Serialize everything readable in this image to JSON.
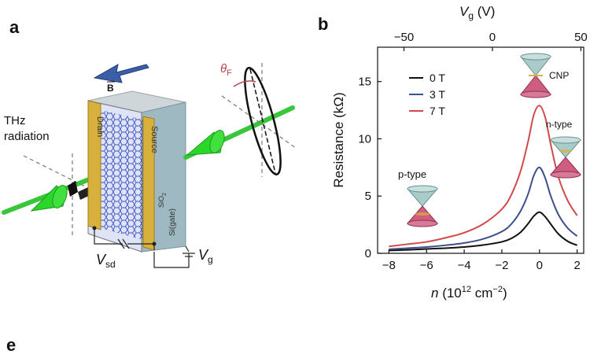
{
  "panel_labels": {
    "a": "a",
    "b": "b",
    "e": "e"
  },
  "schematic": {
    "thz_line1": "THz",
    "thz_line2": "radiation",
    "b_field": "B",
    "theta": "θ",
    "theta_sub": "F",
    "drain": "Drain",
    "source": "Source",
    "sio2": "SiO",
    "sio2_sub": "2",
    "si_gate": "Si(gate)",
    "vsd": "V",
    "vsd_sub": "sd",
    "vg": "V",
    "vg_sub": "g"
  },
  "colors": {
    "beam": "#39c63a",
    "cone": "#2bd62b",
    "b_arrow": "#3a5ea8",
    "theta_red": "#b8474b",
    "electrode": "#d8b13c",
    "graphene": "#5a6fd0",
    "substrate_side": "#9fb9c3",
    "curve_0T": "#111111",
    "curve_3T": "#3d4f8c",
    "curve_7T": "#d24a4a",
    "dirac_top": "#a9cbc9",
    "dirac_bottom": "#cf5d80"
  },
  "chart_data": {
    "type": "line",
    "xlabel": "n (10¹² cm⁻²)",
    "xlabel_parts": [
      "n",
      " (10",
      "12",
      " cm",
      "−2",
      ")"
    ],
    "ylabel": "Resistance (kΩ)",
    "top_xlabel": "V",
    "top_xlabel_sub": "g",
    "top_xlabel_unit": " (V)",
    "xlim": [
      -8.6,
      2.35
    ],
    "ylim": [
      0,
      18
    ],
    "xticks": [
      -8,
      -6,
      -4,
      -2,
      0,
      2
    ],
    "xtick_labels": [
      "−8",
      "−6",
      "−4",
      "−2",
      "0",
      "2"
    ],
    "yticks": [
      0,
      5,
      10,
      15
    ],
    "ytick_labels": [
      "0",
      "5",
      "10",
      "15"
    ],
    "top_ticks": [
      -50,
      0,
      50
    ],
    "top_tick_labels": [
      "−50",
      "0",
      "50"
    ],
    "top_tick_n": [
      -7.2,
      -2.5,
      2.2
    ],
    "legend_position": "top-left",
    "series": [
      {
        "name": "0 T",
        "color_key": "curve_0T",
        "x": [
          -8,
          -7,
          -6,
          -5,
          -4,
          -3,
          -2,
          -1.5,
          -1,
          -0.6,
          -0.3,
          0,
          0.3,
          0.6,
          1,
          1.5,
          2
        ],
        "y": [
          0.25,
          0.3,
          0.38,
          0.45,
          0.55,
          0.72,
          1.0,
          1.3,
          1.85,
          2.6,
          3.25,
          3.6,
          3.2,
          2.55,
          1.7,
          1.05,
          0.7
        ]
      },
      {
        "name": "3 T",
        "color_key": "curve_3T",
        "x": [
          -8,
          -7,
          -6,
          -5,
          -4,
          -3,
          -2,
          -1.5,
          -1,
          -0.6,
          -0.3,
          0,
          0.3,
          0.6,
          1,
          1.5,
          2
        ],
        "y": [
          0.35,
          0.45,
          0.55,
          0.7,
          0.9,
          1.25,
          1.9,
          2.55,
          3.7,
          5.2,
          6.8,
          7.5,
          6.6,
          5.0,
          3.4,
          2.2,
          1.5
        ]
      },
      {
        "name": "7 T",
        "color_key": "curve_7T",
        "x": [
          -8,
          -7,
          -6,
          -5,
          -4,
          -3,
          -2,
          -1.5,
          -1,
          -0.6,
          -0.3,
          0,
          0.3,
          0.6,
          1,
          1.5,
          2
        ],
        "y": [
          0.6,
          0.8,
          1.0,
          1.35,
          1.8,
          2.55,
          3.85,
          5.1,
          7.2,
          9.8,
          12.1,
          12.9,
          11.9,
          9.5,
          6.7,
          4.6,
          3.3
        ]
      }
    ],
    "annotations": {
      "cnp": "CNP",
      "p_type": "p-type",
      "n_type": "n-type"
    }
  }
}
